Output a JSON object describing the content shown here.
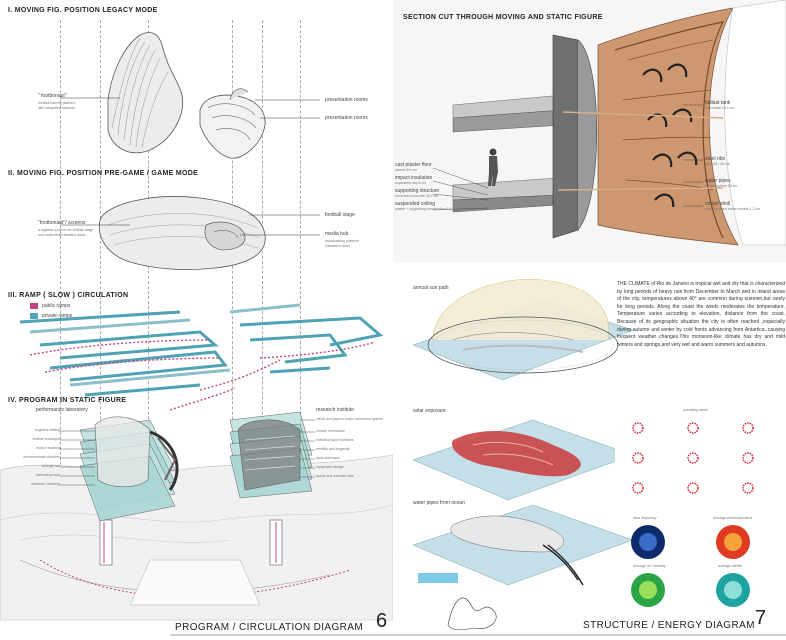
{
  "left_panel": {
    "sec1": {
      "title": "I.  MOVING FIG. POSITION LEGACY MODE",
      "footbonaut_label": "\" footbonaut\"",
      "footbonaut_sub": [
        "football training platform",
        "with integrated machine"
      ],
      "presentation_rooms_1": "presentation rooms",
      "presentation_rooms_2": "presentation rooms"
    },
    "sec2": {
      "title": "II.  MOVING FIG. POSITION PRE-GAME / GAME MODE",
      "screens_label": "\"footbonaut\"/ screens",
      "screens_sub": [
        "a logistics screens for football stage",
        "and underneath situated plaza ..."
      ],
      "football_stage": "football stage",
      "media_hub": "media hub",
      "media_hub_sub": [
        "broadcasting platform",
        "interactive sport"
      ]
    },
    "sec3": {
      "title": "III.  RAMP ( SLOW ) CIRCULATION",
      "legend": [
        {
          "label": "public ramps",
          "color": "#c2447e"
        },
        {
          "label": "private ramps",
          "color": "#4fa3b4"
        }
      ]
    },
    "sec4": {
      "title": "IV.  PROGRAM IN STATIC FIGURE",
      "performance_lab": "performance laboratory",
      "left_labels": [
        "cognitive testing",
        "football technique",
        "motion tracking",
        "environmental chamber",
        "strength lab",
        "swimming track",
        "enhance / learning"
      ],
      "research_institute": "research institute",
      "right_labels": [
        "visual and psycho motor movement system",
        "muscle mechanics",
        "individual sport surfaces",
        "mobility and longevity",
        "sport technique",
        "equipment design",
        "sports and exercise labs"
      ]
    },
    "footer": {
      "title": "PROGRAM / CIRCULATION DIAGRAM",
      "number": "6"
    }
  },
  "right_panel": {
    "section_cut": {
      "title": "SECTION CUT THROUGH MOVING AND STATIC FIGURE",
      "left_labels": [
        {
          "title": "cast plaster floor",
          "sub": "screed 5.0 cm"
        },
        {
          "title": "impact insulation",
          "sub": "expanded clay 6 cm"
        },
        {
          "title": "supporting structure",
          "sub": "reinforced concrete 30.0 cm"
        },
        {
          "title": "suspended ceiling",
          "sub": "plaster + supporting construction 5.0 cm"
        }
      ],
      "right_labels": [
        {
          "title": "ballast tank",
          "sub": "cast metal 15.0 cm"
        },
        {
          "title": "steel ribs",
          "sub": "steel 60 / 20 cm"
        },
        {
          "title": "water pipes",
          "sub": "polypropylene 30 cm"
        },
        {
          "title": "corian shell",
          "sub": "thermoformed corian sheets 1.2 cm"
        }
      ]
    },
    "climate_text": "THE CLIMATE of Rio de Janeiro is tropical wet and dry that is characterized by long periods of heavy rain from December to March and in inland areas of the city, temperatures above 40° are common during summer,but rarely for long periods. Along the coast the winds moderates the temperature. Temperature varies according to elevation, distance from the coast. Because of its geographic situation the city is often reached ,especially during autumn and winter by cold fronts advancing from Antartica, causing frequent weather changes.This monsoon-like climate has dry and mild winters and springs,and very wet and warm summers and autumns.",
    "diagram_labels": {
      "sun_path": "annual sun path",
      "solar_exposure": "solar exposure",
      "water_pipes": "water pipes from ocean"
    },
    "small_charts": {
      "prevailing_winds": "prevailing winds",
      "wind_frequency": "wind frequency",
      "avg_temperature": "average and temperature",
      "avg_humidity": "average rel. humidity",
      "avg_rainfall": "average rainfall"
    },
    "footer": {
      "title": "STRUCTURE / ENERGY DIAGRAM",
      "number": "7"
    }
  }
}
